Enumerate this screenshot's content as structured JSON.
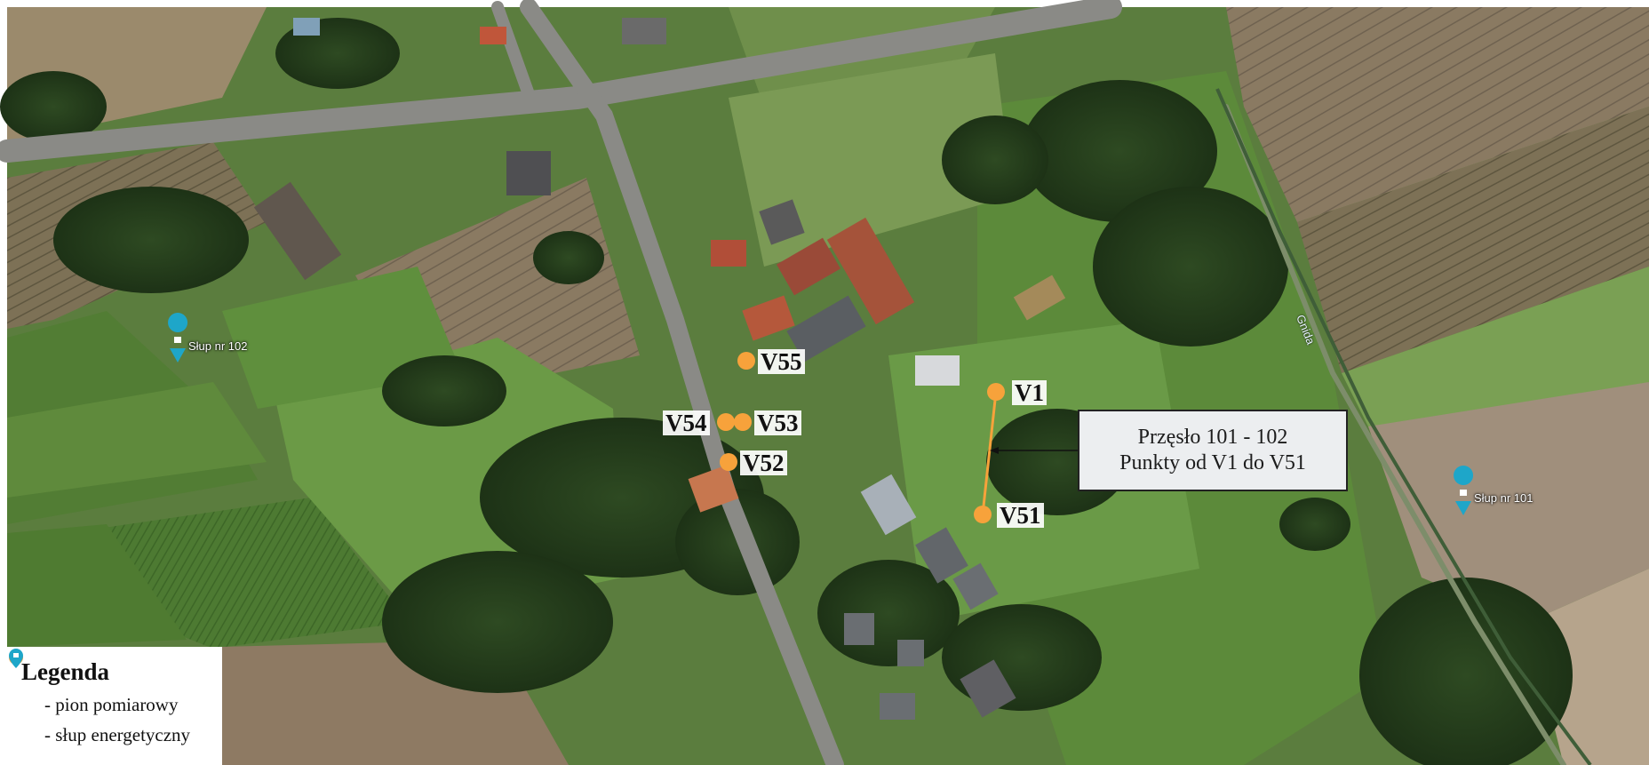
{
  "points": [
    {
      "id": "V1",
      "label": "V1"
    },
    {
      "id": "V51",
      "label": "V51"
    },
    {
      "id": "V52",
      "label": "V52"
    },
    {
      "id": "V53",
      "label": "V53"
    },
    {
      "id": "V54",
      "label": "V54"
    },
    {
      "id": "V55",
      "label": "V55"
    }
  ],
  "span_box": {
    "line1": "Przęsło 101 - 102",
    "line2": "Punkty od V1 do V51"
  },
  "poles": [
    {
      "id": "102",
      "label": "Słup nr 102"
    },
    {
      "id": "101",
      "label": "Słup nr 101"
    }
  ],
  "river": {
    "label": "Gnida"
  },
  "legend": {
    "title": "Legenda",
    "items": [
      {
        "symbol": "orange-dot",
        "label": "- pion pomiarowy"
      },
      {
        "symbol": "teal-pin",
        "label": "- słup energetyczny"
      }
    ]
  },
  "colors": {
    "point": "#f7a23b",
    "span_line": "#f7a23b",
    "pole_marker": "#1ea6c9"
  }
}
